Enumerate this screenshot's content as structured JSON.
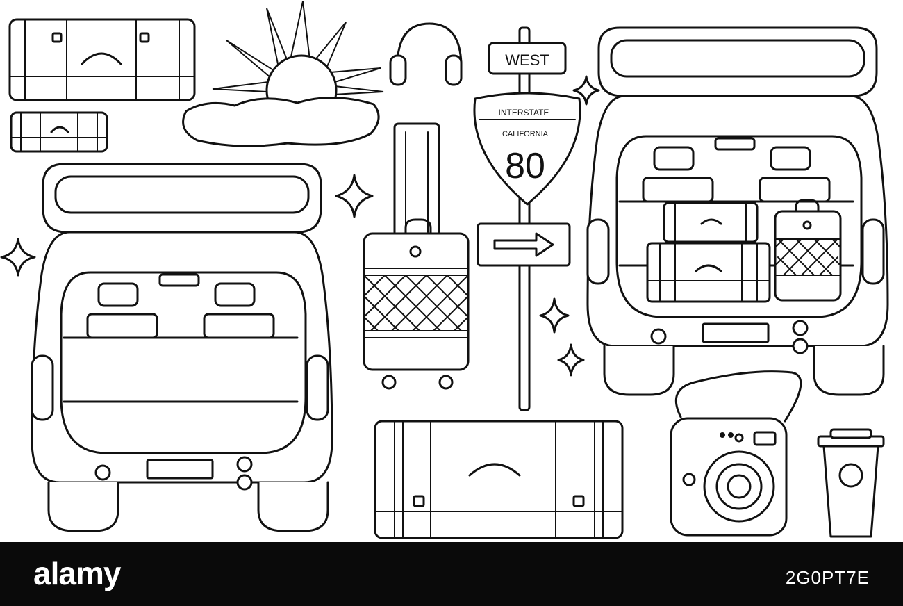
{
  "sign": {
    "direction": "WEST",
    "route_type": "INTERSTATE",
    "state": "CALIFORNIA",
    "number": "80"
  },
  "footer": {
    "brand": "alamy",
    "image_id": "2G0PT7E"
  },
  "colors": {
    "ink": "#111111",
    "paper": "#ffffff",
    "footer_bg": "#0a0a0a",
    "footer_text": "#ffffff"
  }
}
